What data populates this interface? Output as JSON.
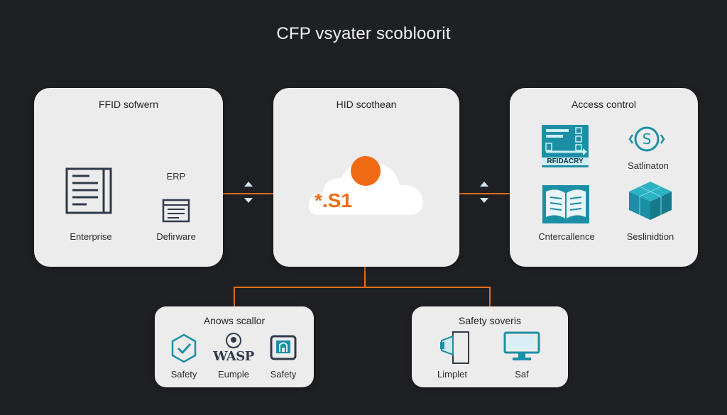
{
  "title": "CFP vsyater scobloorit",
  "panels": {
    "left": {
      "title": "FFID sofwern",
      "items": [
        "Enterprise",
        "ERP",
        "Defirware"
      ]
    },
    "center": {
      "title": "HID scothean",
      "cloud_label": "*.S1"
    },
    "right": {
      "title": "Access control",
      "items": [
        "RFIDACRY",
        "Satlinaton",
        "Cntercallence",
        "Seslinidtion"
      ]
    },
    "bottom_left": {
      "title": "Anows scallor",
      "items": [
        "Safety",
        "Eumple",
        "Safety"
      ],
      "wasp_text": "WASP"
    },
    "bottom_right": {
      "title": "Safety soveris",
      "items": [
        "Limplet",
        "Saf"
      ]
    }
  },
  "colors": {
    "background": "#1f2023",
    "panel": "#ececec",
    "connector": "#e0701c",
    "accent_teal": "#1b8fa5",
    "accent_orange": "#f06a14",
    "dark_icon": "#2f3a4a"
  }
}
